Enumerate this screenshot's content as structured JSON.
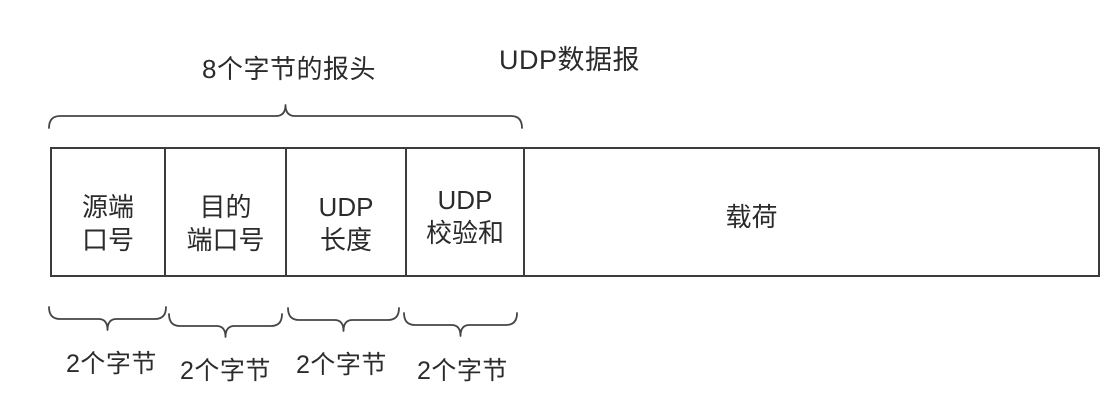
{
  "diagram": {
    "title": "UDP数据报",
    "header_brace_label": "8个字节的报头",
    "fields": [
      {
        "label": "源端\n口号",
        "size_label": "2个字节"
      },
      {
        "label": "目的\n端口号",
        "size_label": "2个字节"
      },
      {
        "label": "UDP\n长度",
        "size_label": "2个字节"
      },
      {
        "label": "UDP\n校验和",
        "size_label": "2个字节"
      }
    ],
    "payload_label": "载荷",
    "colors": {
      "line": "#3c3c3c",
      "brace": "#454545",
      "text": "#2b2b2b",
      "background": "#ffffff"
    }
  }
}
